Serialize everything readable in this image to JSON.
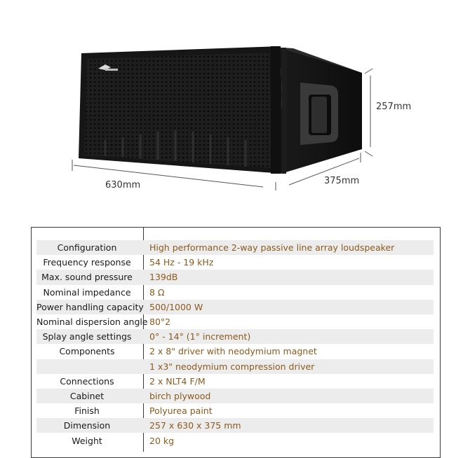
{
  "figure": {
    "brand_logo": "logo-mark",
    "dimensions": {
      "width": "630mm",
      "depth": "375mm",
      "height": "257mm"
    },
    "colors": {
      "cabinet": "#1c1c1c",
      "grille": "#262626",
      "side": "#121212"
    }
  },
  "specs": {
    "rows": [
      {
        "label": "Configuration",
        "value": "High performance 2-way passive line array loudspeaker"
      },
      {
        "label": "Frequency response",
        "value": "54 Hz - 19 kHz"
      },
      {
        "label": "Max. sound pressure",
        "value": "139dB"
      },
      {
        "label": "Nominal impedance",
        "value": "8 Ω"
      },
      {
        "label": "Power handling capacity",
        "value": "500/1000 W"
      },
      {
        "label": "Nominal dispersion angle",
        "value": "80°2"
      },
      {
        "label": "Splay angle settings",
        "value": "0° - 14° (1° increment)"
      },
      {
        "label": "Components",
        "value": "2 x 8\" driver with neodymium magnet"
      },
      {
        "label": "",
        "value": "1 x3\" neodymium compression driver"
      },
      {
        "label": "Connections",
        "value": "2 x NLT4 F/M"
      },
      {
        "label": "Cabinet",
        "value": "birch plywood"
      },
      {
        "label": "Finish",
        "value": "Polyurea paint"
      },
      {
        "label": "Dimension",
        "value": "257 x 630 x 375 mm"
      },
      {
        "label": "Weight",
        "value": "20 kg"
      }
    ],
    "colors": {
      "label": "#1a1a1a",
      "value": "#8a5a1e",
      "shade": "#ececec",
      "border": "#3a3a3a"
    }
  }
}
